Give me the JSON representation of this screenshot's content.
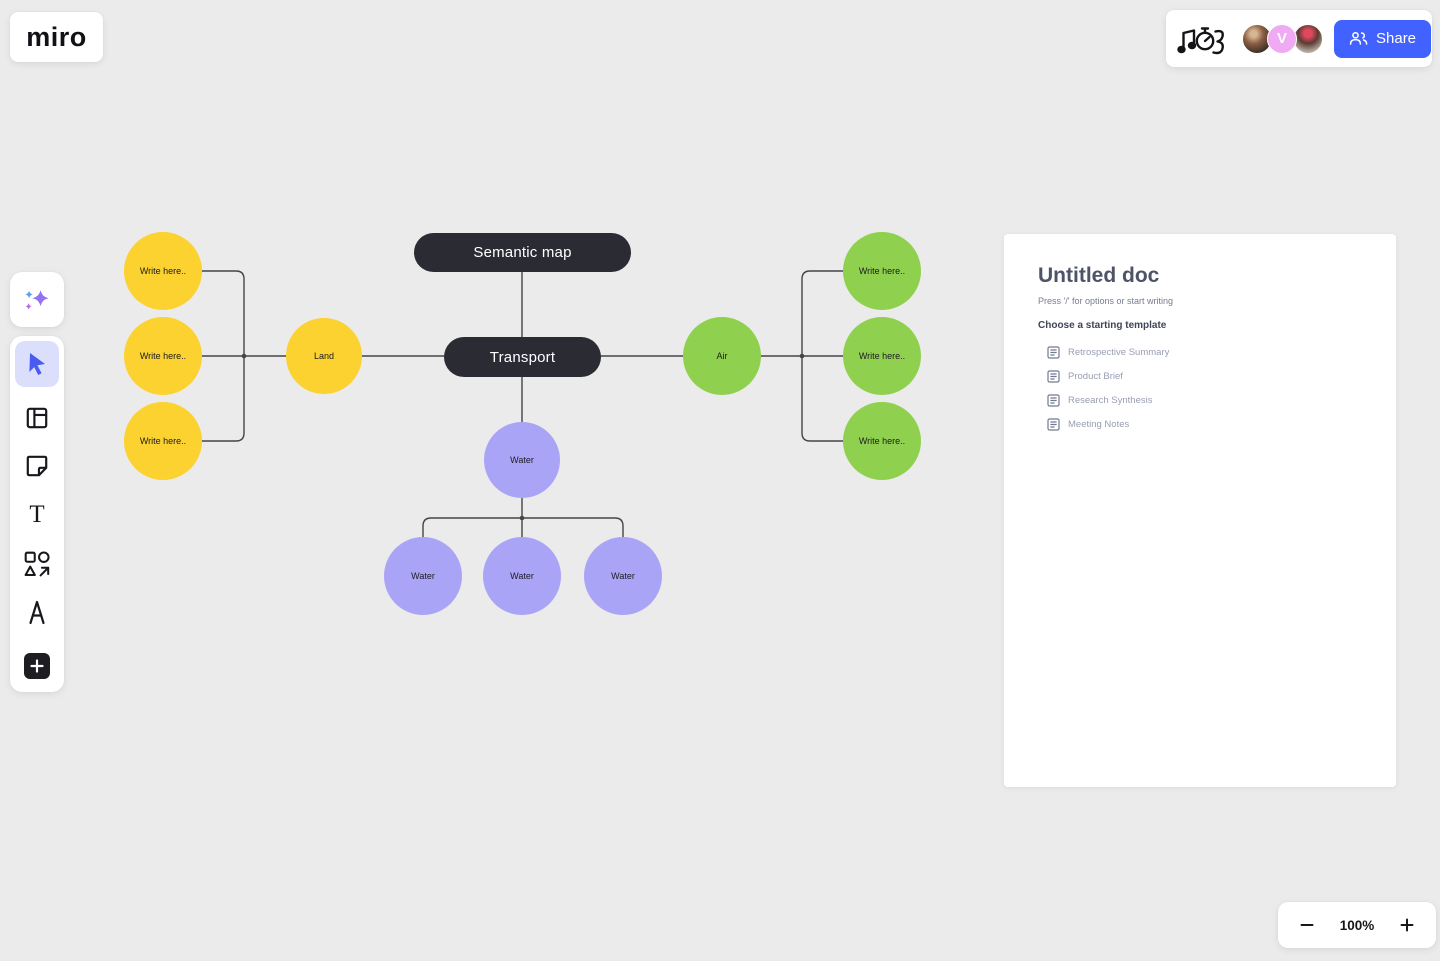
{
  "app": {
    "logo_text": "miro"
  },
  "topbar": {
    "share_label": "Share",
    "avatars": [
      {
        "type": "photo",
        "label": "collaborator-photo-1"
      },
      {
        "type": "initial",
        "initial": "V",
        "color": "#efaaf3"
      },
      {
        "type": "photo",
        "label": "collaborator-photo-2"
      }
    ],
    "doodle_icons": [
      "music-note",
      "timer",
      "numeral-3"
    ]
  },
  "toolbar": {
    "tools": [
      "ai-assist",
      "select",
      "frames",
      "sticky-note",
      "text",
      "shapes",
      "pen",
      "add-more"
    ],
    "selected_tool": "select"
  },
  "colors": {
    "accent_blue": "#4262ff",
    "node_dark": "#2b2b33",
    "node_yellow": "#fbd22f",
    "node_green": "#8fd14f",
    "node_purple": "#aaa4f7",
    "canvas_bg": "#ebebeb"
  },
  "diagram": {
    "title_node": "Semantic map",
    "hub_node": "Transport",
    "branches": {
      "land": {
        "label": "Land",
        "children": [
          "Write here..",
          "Write here..",
          "Write here.."
        ]
      },
      "air": {
        "label": "Air",
        "children": [
          "Write here..",
          "Write here..",
          "Write here.."
        ]
      },
      "water": {
        "label": "Water",
        "children": [
          "Water",
          "Water",
          "Water"
        ]
      }
    }
  },
  "doc_panel": {
    "title": "Untitled doc",
    "hint": "Press '/' for options or start writing",
    "templates_heading": "Choose a starting template",
    "templates": [
      "Retrospective Summary",
      "Product Brief",
      "Research Synthesis",
      "Meeting Notes"
    ]
  },
  "zoom_control": {
    "level": "100%"
  }
}
